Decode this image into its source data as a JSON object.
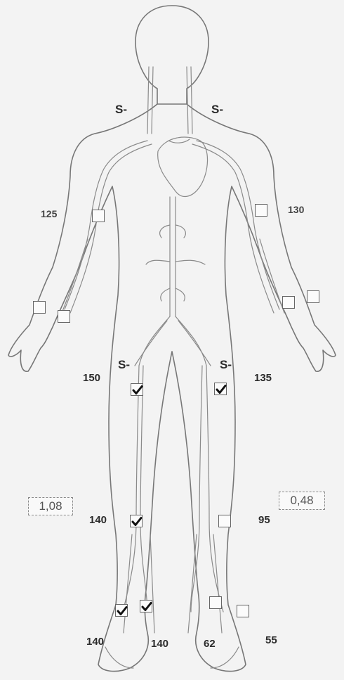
{
  "labels": {
    "neck_right": "S-",
    "neck_left": "S-",
    "arm_right": "125",
    "arm_left": "130",
    "thigh_right_s": "S-",
    "thigh_left_s": "S-",
    "thigh_right": "150",
    "thigh_left": "135",
    "calf_right": "140",
    "calf_left": "95",
    "ankle_right_1": "140",
    "ankle_right_2": "140",
    "ankle_left_1": "62",
    "ankle_left_2": "55"
  },
  "ratios": {
    "right": "1,08",
    "left": "0,48"
  },
  "checkboxes": {
    "arm_right": false,
    "arm_left": false,
    "wrist_right_1": false,
    "wrist_right_2": false,
    "wrist_left_1": false,
    "wrist_left_2": false,
    "thigh_right": true,
    "thigh_left": true,
    "calf_right": true,
    "calf_left": false,
    "ankle_right_1": true,
    "ankle_right_2": true,
    "ankle_left_1": false,
    "ankle_left_2": false
  }
}
